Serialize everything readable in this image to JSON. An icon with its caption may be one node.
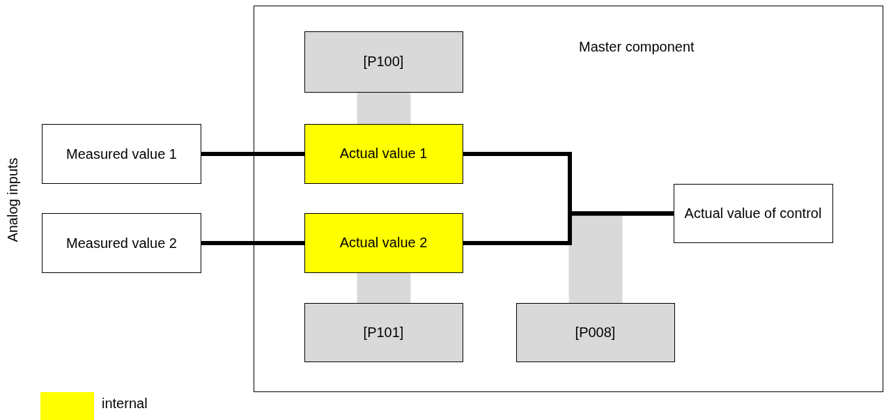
{
  "diagram": {
    "nodes": [
      {
        "text": [
          "Master component"
        ]
      },
      {
        "text": [
          "[P100]"
        ],
        "in": 0
      },
      {
        "text": [
          "Actual value 1"
        ],
        "in": 0
      },
      {
        "text": [
          "Actual value 2"
        ],
        "in": 0
      },
      {
        "text": [
          "[P101]"
        ],
        "in": 0
      },
      {
        "text": [
          "[P008]"
        ],
        "in": 0
      },
      {
        "text": [
          "Measured value 1"
        ]
      },
      {
        "text": [
          "Measured value 2"
        ]
      },
      {
        "text": [
          "Actual value of control"
        ],
        "in": 0
      }
    ],
    "edges": [
      {
        "from": 1,
        "to": 2,
        "arrow": "none",
        "style": "thick",
        "color": "#d9d9d9"
      },
      {
        "from": 4,
        "to": 3,
        "arrow": "none",
        "style": "thick",
        "color": "#d9d9d9"
      },
      {
        "from": 5,
        "to": null,
        "arrow": "none",
        "style": "thick",
        "color": "#d9d9d9"
      },
      {
        "from": 6,
        "to": 2,
        "arrow": "none"
      },
      {
        "from": 7,
        "to": 3,
        "arrow": "none"
      },
      {
        "from": 2,
        "to": 8,
        "arrow": "none"
      },
      {
        "from": 3,
        "to": 8,
        "arrow": "none"
      }
    ],
    "labels": [
      "Analog inputs"
    ],
    "legend": [
      {
        "text": "internal",
        "color": "#ffff00"
      }
    ]
  }
}
